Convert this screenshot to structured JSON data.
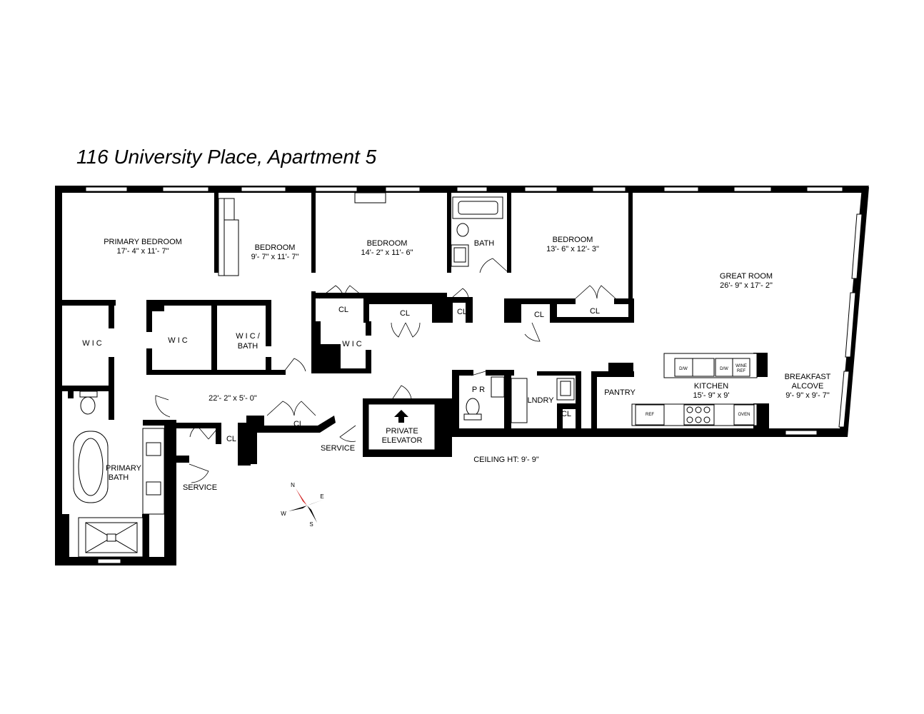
{
  "title": "116 University Place, Apartment 5",
  "rooms": {
    "primary_bedroom": {
      "name": "PRIMARY BEDROOM",
      "dims": "17'- 4\" x 11'- 7\""
    },
    "bedroom_2": {
      "name": "BEDROOM",
      "dims": "9'- 7\" x 11'- 7\""
    },
    "bedroom_3": {
      "name": "BEDROOM",
      "dims": "14'- 2\" x 11'- 6\""
    },
    "bath": {
      "name": "BATH"
    },
    "bedroom_4": {
      "name": "BEDROOM",
      "dims": "13'- 6\" x 12'- 3\""
    },
    "great_room": {
      "name": "GREAT ROOM",
      "dims": "26'- 9\" x 17'- 2\""
    },
    "wic_1": {
      "name": "W I C"
    },
    "wic_2": {
      "name": "W I C"
    },
    "wic_bath": {
      "name_1": "W I C /",
      "name_2": "BATH"
    },
    "wic_3": {
      "name": "W I C"
    },
    "cl": "CL",
    "hall": {
      "dims": "22'- 2\" x 5'- 0\""
    },
    "primary_bath": {
      "name_1": "PRIMARY",
      "name_2": "BATH"
    },
    "service": "SERVICE",
    "private_elevator": {
      "name_1": "PRIVATE",
      "name_2": "ELEVATOR"
    },
    "powder_room": {
      "name": "P R"
    },
    "laundry": {
      "name": "LNDRY"
    },
    "pantry": {
      "name": "PANTRY"
    },
    "kitchen": {
      "name": "KITCHEN",
      "dims": "15'- 9\" x 9'"
    },
    "breakfast_alcove": {
      "name_1": "BREAKFAST",
      "name_2": "ALCOVE",
      "dims": "9'- 9\" x 9'- 7\""
    }
  },
  "appliances": {
    "dw": "D/W",
    "wine_1": "WINE",
    "wine_2": "REF",
    "ref": "REF",
    "oven": "OVEN"
  },
  "ceiling": "CEILING HT: 9'- 9\"",
  "compass": {
    "n": "N",
    "e": "E",
    "s": "S",
    "w": "W",
    "needle_color": "#d11f1f"
  }
}
